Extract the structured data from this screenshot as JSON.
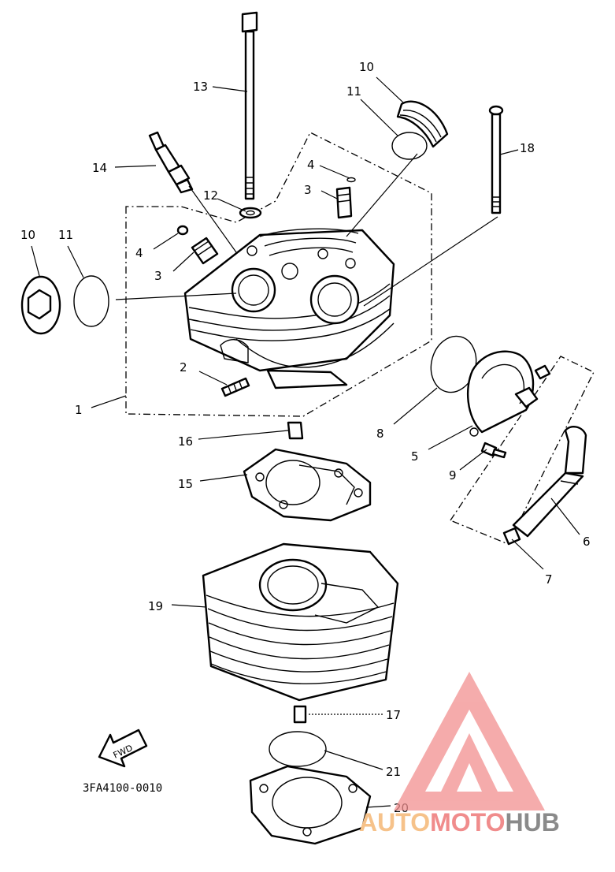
{
  "diagram_code": "3FA4100-0010",
  "fwd_label": "FWD",
  "watermark": {
    "part1": "AUTO",
    "part2": "MOTO",
    "part3": "HUB",
    "color1": "#f6c28a",
    "color2": "#f08c8c",
    "color3": "#8a8a8a",
    "logo_color": "#f29090"
  },
  "callouts": [
    {
      "key": "c1",
      "label": "1"
    },
    {
      "key": "c2",
      "label": "2"
    },
    {
      "key": "c3a",
      "label": "3"
    },
    {
      "key": "c3b",
      "label": "3"
    },
    {
      "key": "c4a",
      "label": "4"
    },
    {
      "key": "c4b",
      "label": "4"
    },
    {
      "key": "c5",
      "label": "5"
    },
    {
      "key": "c6",
      "label": "6"
    },
    {
      "key": "c7",
      "label": "7"
    },
    {
      "key": "c8",
      "label": "8"
    },
    {
      "key": "c9",
      "label": "9"
    },
    {
      "key": "c10a",
      "label": "10"
    },
    {
      "key": "c10b",
      "label": "10"
    },
    {
      "key": "c11a",
      "label": "11"
    },
    {
      "key": "c11b",
      "label": "11"
    },
    {
      "key": "c12",
      "label": "12"
    },
    {
      "key": "c13",
      "label": "13"
    },
    {
      "key": "c14",
      "label": "14"
    },
    {
      "key": "c15",
      "label": "15"
    },
    {
      "key": "c16",
      "label": "16"
    },
    {
      "key": "c17",
      "label": "17"
    },
    {
      "key": "c18",
      "label": "18"
    },
    {
      "key": "c19",
      "label": "19"
    },
    {
      "key": "c20",
      "label": "20"
    },
    {
      "key": "c21",
      "label": "21"
    }
  ]
}
